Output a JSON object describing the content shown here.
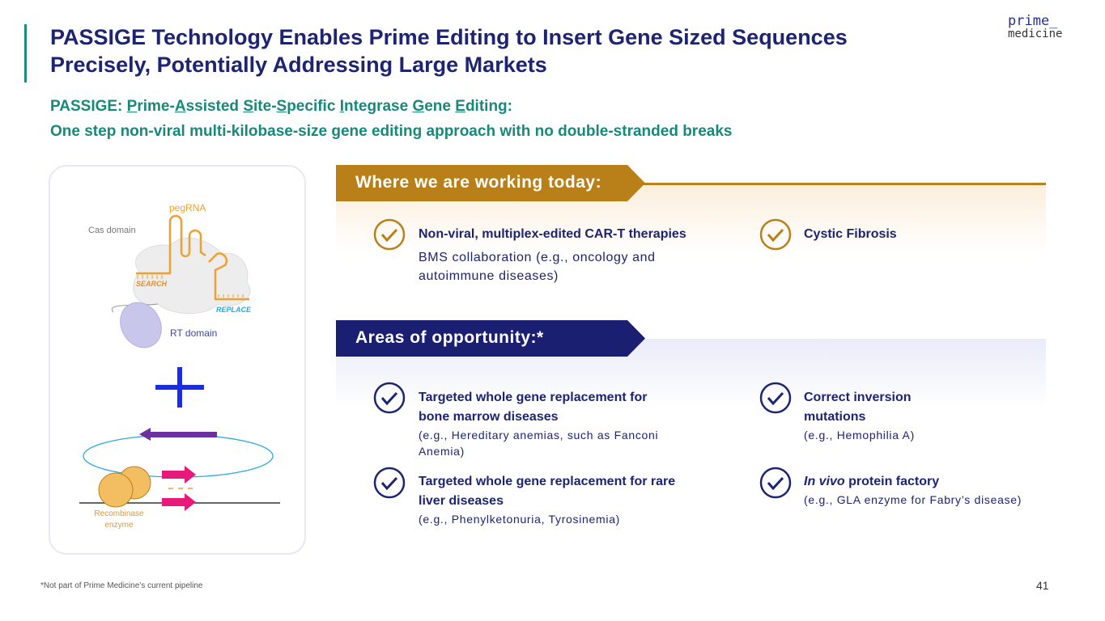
{
  "header": {
    "title_line1": "PASSIGE Technology Enables Prime Editing to Insert Gene Sized Sequences",
    "title_line2": "Precisely, Potentially Addressing Large Markets",
    "logo_line1": "prime_",
    "logo_line2": "medicine"
  },
  "subtitle": {
    "line1_parts": [
      "PASSIGE: ",
      "P",
      "rime-",
      "A",
      "ssisted ",
      "S",
      "ite-",
      "S",
      "pecific ",
      "I",
      "ntegrase ",
      "G",
      "ene ",
      "E",
      "diting:"
    ],
    "line2": "One step non-viral multi-kilobase-size gene editing approach with no double-stranded breaks"
  },
  "diagram": {
    "pegrna": "pegRNA",
    "cas": "Cas domain",
    "search": "SEARCH",
    "replace": "REPLACE",
    "rt": "RT domain",
    "recombinase_1": "Recombinase",
    "recombinase_2": "enzyme"
  },
  "working": {
    "banner": "Where we are working today:",
    "items": [
      {
        "title": "Non-viral, multiplex-edited CAR-T therapies",
        "sub_line1": "BMS collaboration (e.g., oncology and",
        "sub_line2": "autoimmune diseases)"
      },
      {
        "title": "Cystic Fibrosis"
      }
    ]
  },
  "opportunity": {
    "banner": "Areas of opportunity:*",
    "items": [
      {
        "title_line1": "Targeted whole gene replacement for",
        "title_line2": "bone marrow diseases",
        "sub_line1": "(e.g., Hereditary anemias, such as Fanconi",
        "sub_line2": "Anemia)"
      },
      {
        "title_line1": "Correct inversion",
        "title_line2": "mutations",
        "sub_line1": "(e.g., Hemophilia A)"
      },
      {
        "title_line1": "Targeted whole gene replacement for rare",
        "title_line2": "liver diseases",
        "sub_line1": "(e.g., Phenylketonuria, Tyrosinemia)"
      },
      {
        "title_italic": "In vivo",
        "title_rest": " protein factory",
        "sub_line1": "(e.g., GLA enzyme for Fabry’s disease)"
      }
    ]
  },
  "footer": {
    "note": "*Not part of Prime Medicine’s current pipeline",
    "page": "41"
  },
  "colors": {
    "navy": "#1D2470",
    "teal": "#17887A",
    "gold": "#B98019",
    "banner_navy": "#1B1F72"
  }
}
